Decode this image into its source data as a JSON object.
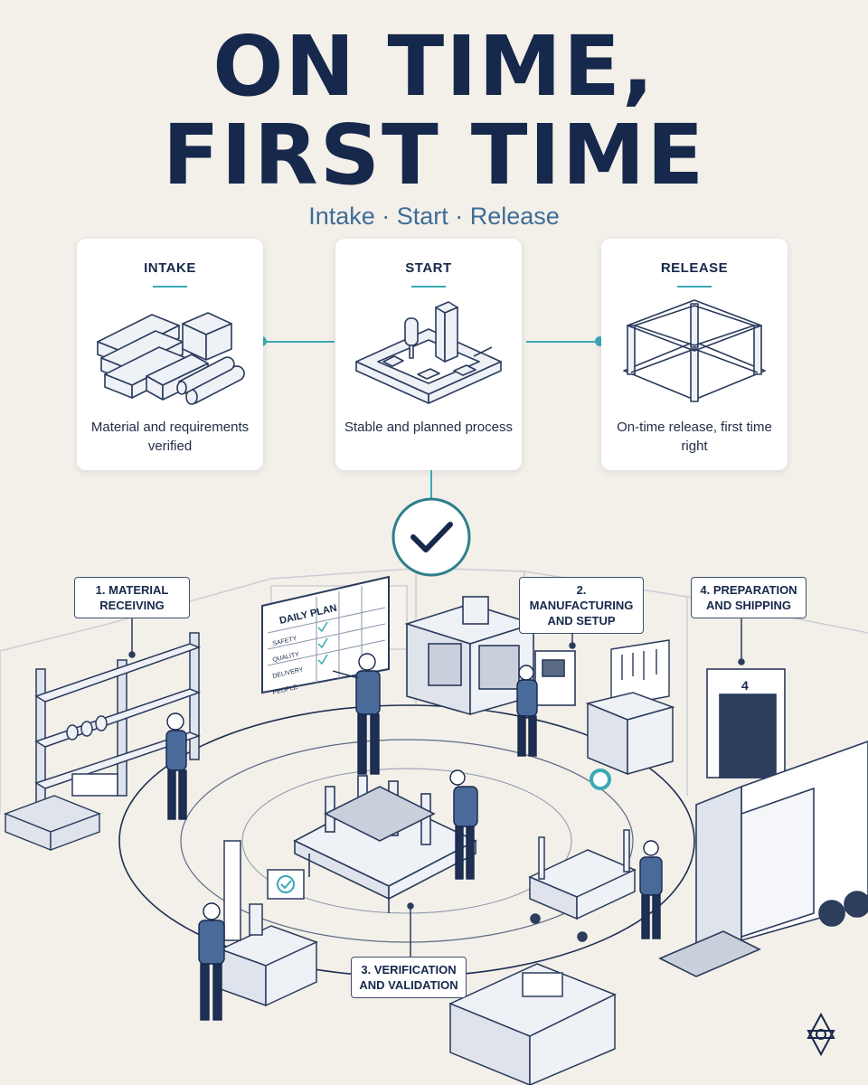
{
  "title": {
    "line1": "ON TIME,",
    "line2": "FIRST TIME"
  },
  "subtitle": "Intake · Start · Release",
  "cards": [
    {
      "title": "INTAKE",
      "description": "Material and requirements verified",
      "icon": "raw-material-icon"
    },
    {
      "title": "START",
      "description": "Stable and planned process",
      "icon": "machining-setup-icon"
    },
    {
      "title": "RELEASE",
      "description": "On-time release, first time right",
      "icon": "finished-frame-icon"
    }
  ],
  "check_icon": "checkmark-circle-icon",
  "stations": [
    {
      "label": "1. MATERIAL RECEIVING"
    },
    {
      "label": "2. MANUFACTURING AND SETUP"
    },
    {
      "label": "3. VERIFICATION AND VALIDATION"
    },
    {
      "label": "4. PREPARATION AND SHIPPING"
    }
  ],
  "daily_plan": {
    "title": "DAILY PLAN",
    "rows": [
      "SAFETY",
      "QUALITY",
      "DELIVERY",
      "PEOPLE"
    ]
  },
  "dock_number": "4",
  "colors": {
    "navy": "#16284b",
    "teal": "#3aa9b5",
    "accent_blue": "#3e6d97",
    "background": "#f3efe9"
  }
}
